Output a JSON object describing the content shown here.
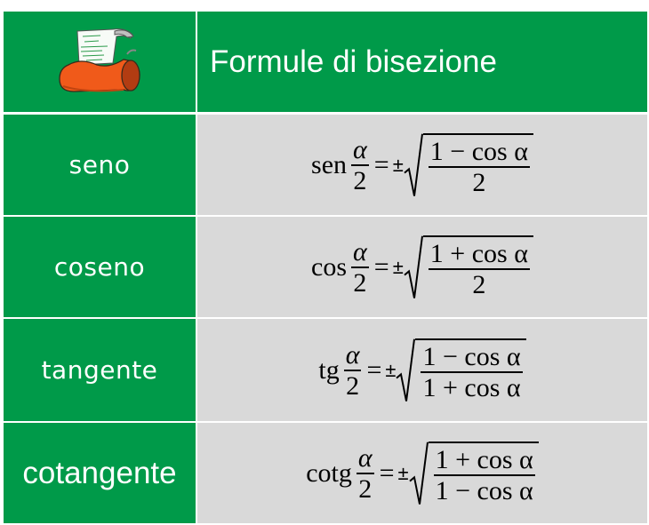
{
  "header": {
    "icon": "scroll-printer-icon",
    "title": "Formule di bisezione"
  },
  "rows": [
    {
      "label": "seno",
      "formula": {
        "fn": "sen",
        "lhs_num": "α",
        "lhs_den": "2",
        "eq": "=",
        "pm": "±",
        "rad_num": "1 − cos α",
        "rad_den": "2"
      }
    },
    {
      "label": "coseno",
      "formula": {
        "fn": "cos",
        "lhs_num": "α",
        "lhs_den": "2",
        "eq": "=",
        "pm": "±",
        "rad_num": "1 + cos α",
        "rad_den": "2"
      }
    },
    {
      "label": "tangente",
      "formula": {
        "fn": "tg",
        "lhs_num": "α",
        "lhs_den": "2",
        "eq": "=",
        "pm": "±",
        "rad_num": "1 − cos α",
        "rad_den": "1 + cos α"
      }
    },
    {
      "label": "cotangente",
      "formula": {
        "fn": "cotg",
        "lhs_num": "α",
        "lhs_den": "2",
        "eq": "=",
        "pm": "±",
        "rad_num": "1 + cos α",
        "rad_den": "1 − cos α"
      }
    }
  ],
  "colors": {
    "label_bg": "#009a49",
    "formula_bg": "#d9d9d9",
    "grid": "#ffffff",
    "label_text": "#ffffff"
  }
}
